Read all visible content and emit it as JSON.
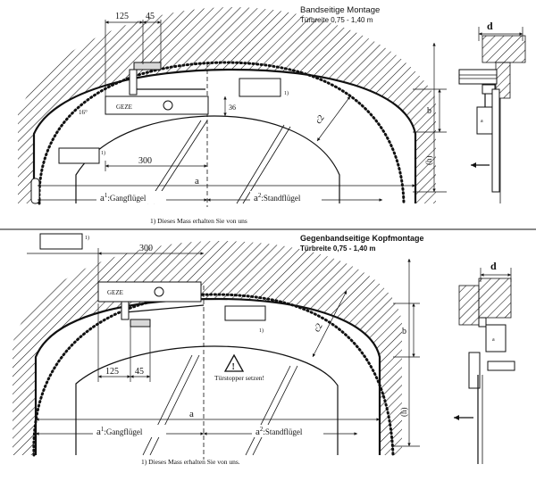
{
  "top": {
    "title": "Bandseitige Montage",
    "subtitle": "Türbreite 0,75 - 1,40 m",
    "dims": {
      "d125": "125",
      "d45": "45",
      "d300": "300",
      "d36": "36",
      "a": "a",
      "a1_sup": "1",
      "a1_text": ":Gangflügel",
      "a2_sup": "2",
      "a2_text": ":Standflügel",
      "c2": "c2",
      "b": "b",
      "h": "(h)",
      "d": "d",
      "angle": "16°",
      "box_note_1": "1)",
      "box_note_2": "1)",
      "device_text": "GEZE"
    },
    "footnote": "1) Dieses Mass erhalten Sie von uns"
  },
  "bottom": {
    "title": "Gegenbandseitige Kopfmontage",
    "subtitle": "Türbreite 0,75 - 1,40 m",
    "dims": {
      "d300": "300",
      "d125": "125",
      "d45": "45",
      "a": "a",
      "a1_sup": "1",
      "a1_text": ":Gangflügel",
      "a2_sup": "2",
      "a2_text": ":Standflügel",
      "c2": "c2",
      "b": "b",
      "h": "(h)",
      "d": "d",
      "warning": "Türstopper setzen!",
      "box_note_1": "1)",
      "box_note_2": "1)",
      "device_text": "GEZE"
    },
    "footnote": "1) Dieses Mass erhalten Sie von uns."
  }
}
